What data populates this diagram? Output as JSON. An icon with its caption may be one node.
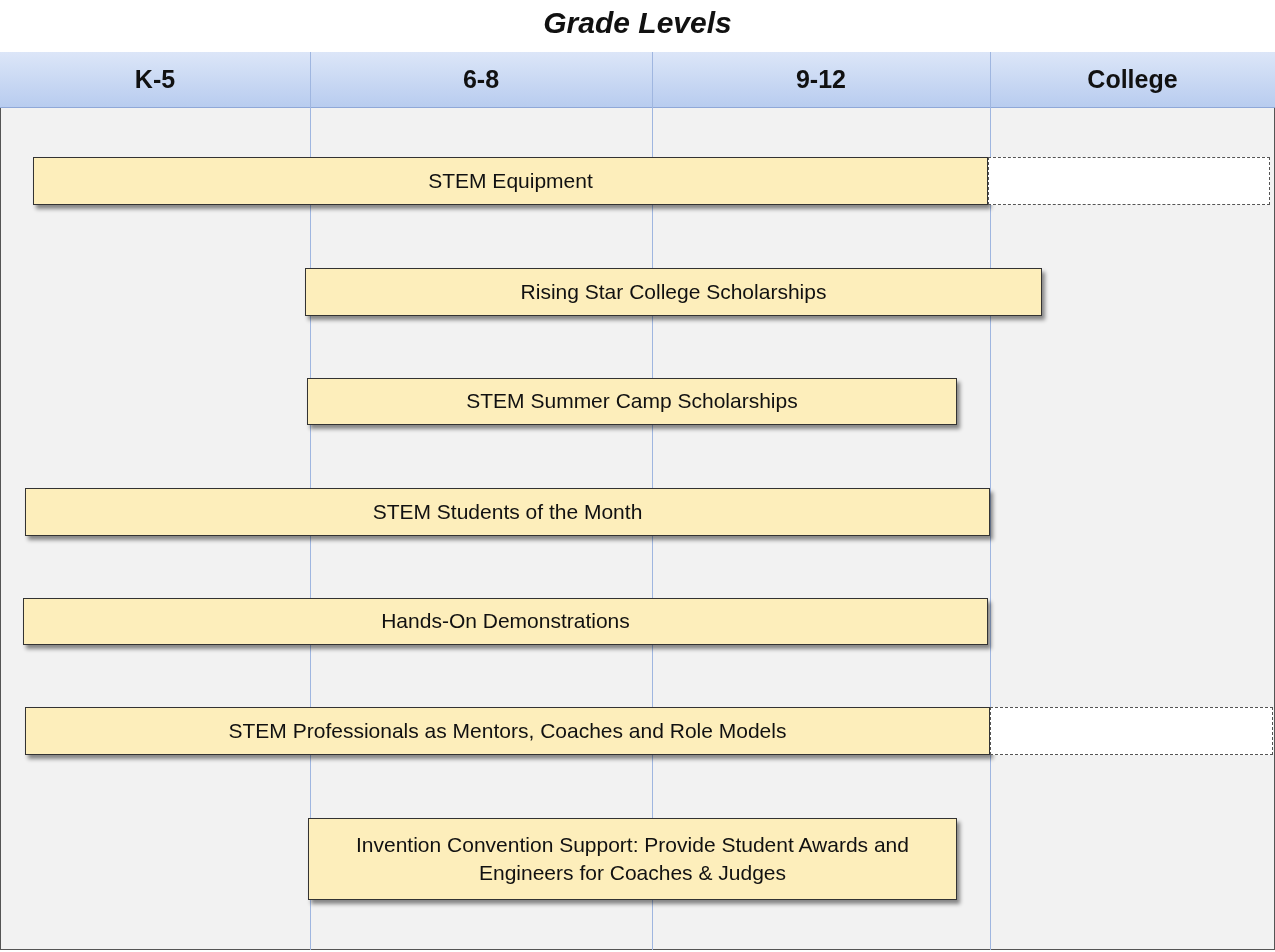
{
  "diagram": {
    "title": "Grade Levels",
    "nodes": [
      {
        "text": [
          "STEM Equipment"
        ]
      },
      {
        "text": [],
        "shape": "box"
      },
      {
        "text": [
          "Rising Star College Scholarships"
        ]
      },
      {
        "text": [
          "STEM Summer Camp Scholarships"
        ]
      },
      {
        "text": [
          "STEM Students of the Month"
        ]
      },
      {
        "text": [
          "Hands-On Demonstrations"
        ]
      },
      {
        "text": [
          "STEM Professionals as Mentors, Coaches and Role Models"
        ]
      },
      {
        "text": [],
        "shape": "box"
      },
      {
        "text": [
          "Invention Convention Support: Provide Student Awards and Engineers for Coaches & Judges"
        ]
      }
    ],
    "edges": [],
    "labels": [
      "K-5",
      "6-8",
      "9-12",
      "College"
    ]
  }
}
